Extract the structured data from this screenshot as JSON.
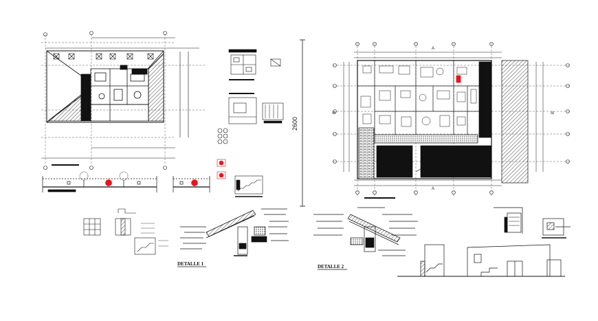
{
  "drawing": {
    "dimension_vertical": "2600",
    "detail_1_label": "DETALLE 1",
    "detail_2_label": "DETALLE 2",
    "section_marker_1": "A",
    "section_marker_2": "A",
    "axis_label_left": "B",
    "axis_label_right": "B",
    "highlight_color": "#e8141b",
    "line_color": "#111111",
    "hatch_color": "#555555"
  }
}
